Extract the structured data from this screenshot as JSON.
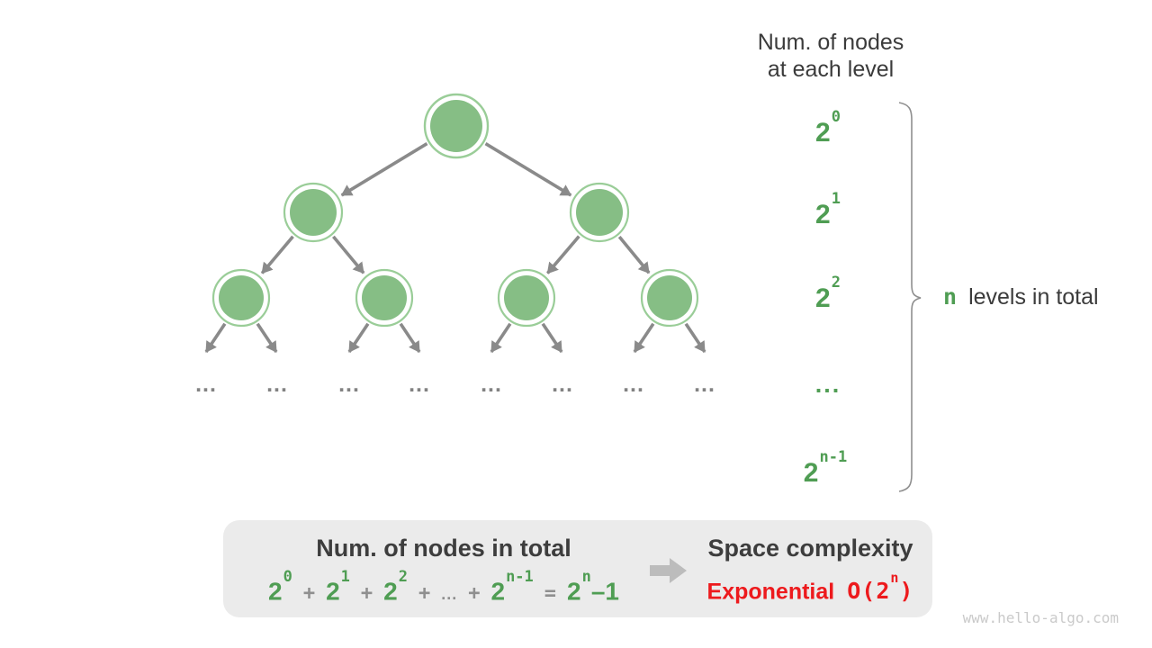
{
  "header": {
    "line1": "Num. of nodes",
    "line2": "at each level"
  },
  "levels": [
    {
      "base": "2",
      "exp": "0"
    },
    {
      "base": "2",
      "exp": "1"
    },
    {
      "base": "2",
      "exp": "2"
    },
    {
      "dots": "..."
    },
    {
      "base": "2",
      "exp": "n-1"
    }
  ],
  "brace_label": {
    "n": "n",
    "text": "levels in total"
  },
  "tree": {
    "ellipsis": "..."
  },
  "summary": {
    "left_title": "Num. of nodes in total",
    "formula": {
      "t0": {
        "base": "2",
        "exp": "0"
      },
      "op1": "+",
      "t1": {
        "base": "2",
        "exp": "1"
      },
      "op2": "+",
      "t2": {
        "base": "2",
        "exp": "2"
      },
      "op3": "+",
      "dots": "...",
      "op4": "+",
      "t3": {
        "base": "2",
        "exp": "n-1"
      },
      "eq": "=",
      "t4": {
        "base": "2",
        "exp": "n",
        "suffix": "–1"
      }
    },
    "right_title": "Space complexity",
    "result": {
      "word": "Exponential",
      "o_pre": "O(2",
      "o_exp": "n",
      "o_post": ")"
    }
  },
  "watermark": "www.hello-algo.com",
  "colors": {
    "green_text": "#4f9d53",
    "node_fill": "#86be85",
    "node_ring": "#9acd98",
    "edge_gray": "#8a8a8a",
    "dark_text": "#3b3b3b",
    "red": "#ed1a1d",
    "box_bg": "#ebebeb",
    "block_arrow_gray": "#bcbcbc",
    "watermark_gray": "#cacaca"
  }
}
